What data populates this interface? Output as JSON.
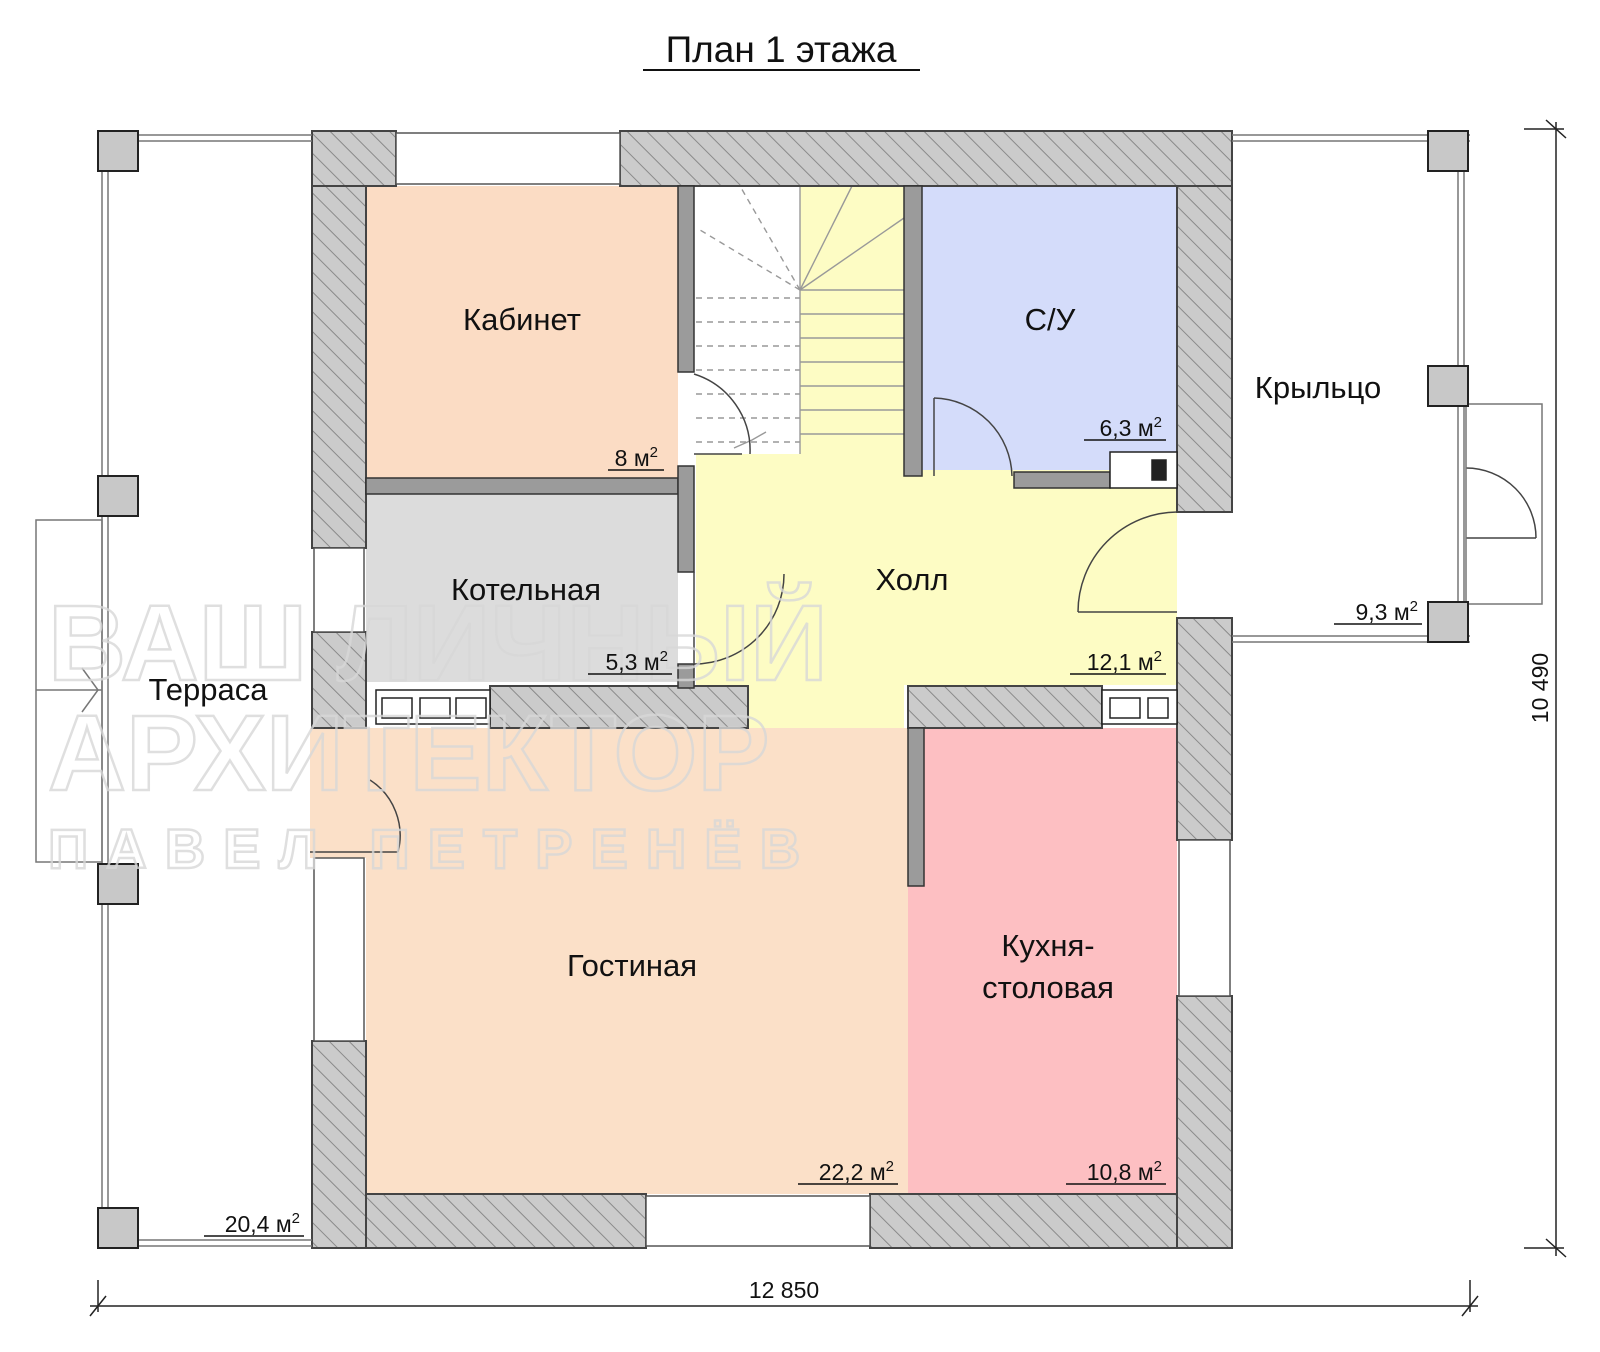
{
  "title": "План 1 этажа",
  "rooms": {
    "kabinet": {
      "label": "Кабинет",
      "area": "8 м",
      "sup": "2"
    },
    "su": {
      "label": "С/У",
      "area": "6,3 м",
      "sup": "2"
    },
    "kotelnaya": {
      "label": "Котельная",
      "area": "5,3 м",
      "sup": "2"
    },
    "holl": {
      "label": "Холл",
      "area": "12,1 м",
      "sup": "2"
    },
    "gostinaya": {
      "label": "Гостиная",
      "area": "22,2 м",
      "sup": "2"
    },
    "kuhnya": {
      "label1": "Кухня-",
      "label2": "столовая",
      "area": "10,8 м",
      "sup": "2"
    },
    "terrasa": {
      "label": "Терраса",
      "area": "20,4 м",
      "sup": "2"
    },
    "krylco": {
      "label": "Крыльцо",
      "area": "9,3 м",
      "sup": "2"
    }
  },
  "dimensions": {
    "width": "12 850",
    "height": "10 490"
  },
  "watermark": {
    "line1": "ВАШ ЛИЧНЫЙ",
    "line2": "АРХИТЕКТОР",
    "line3": "ПАВЕЛ ПЕТРЕНЁВ"
  },
  "colors": {
    "kabinet": "#fbdcc4",
    "su": "#d4dcfa",
    "kotelnaya": "#dcdcdc",
    "holl": "#fdfcc4",
    "gostinaya": "#fbe0c8",
    "kuhnya": "#fdbfc2",
    "wall": "#c8c8c8"
  }
}
